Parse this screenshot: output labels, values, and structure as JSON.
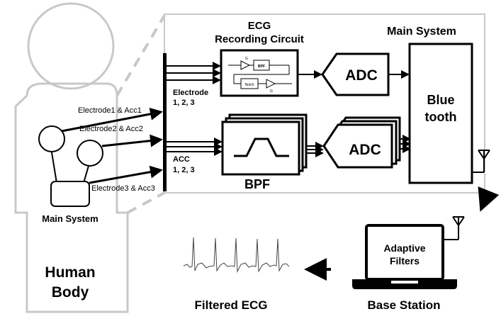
{
  "labels": {
    "main_system_title": "Main System",
    "ecg_line1": "ECG",
    "ecg_line2": "Recording Circuit",
    "adc_top": "ADC",
    "adc_bottom": "ADC",
    "bluetooth_line1": "Blue",
    "bluetooth_line2": "tooth",
    "bpf": "BPF",
    "electrode_group_line1": "Electrode",
    "electrode_group_line2": "1, 2, 3",
    "acc_group_line1": "ACC",
    "acc_group_line2": "1, 2, 3",
    "input1": "Electrode1 & Acc1",
    "input2": "Electrode2 & Acc2",
    "input3": "Electrode3 & Acc3",
    "body_main_system": "Main System",
    "human_body_line1": "Human",
    "human_body_line2": "Body",
    "adaptive_line1": "Adaptive",
    "adaptive_line2": "Filters",
    "base_station": "Base Station",
    "filtered_ecg": "Filtered ECG",
    "inner_g1": "G",
    "inner_bpf": "BPF",
    "inner_notch": "Notch",
    "inner_g2": "G"
  }
}
